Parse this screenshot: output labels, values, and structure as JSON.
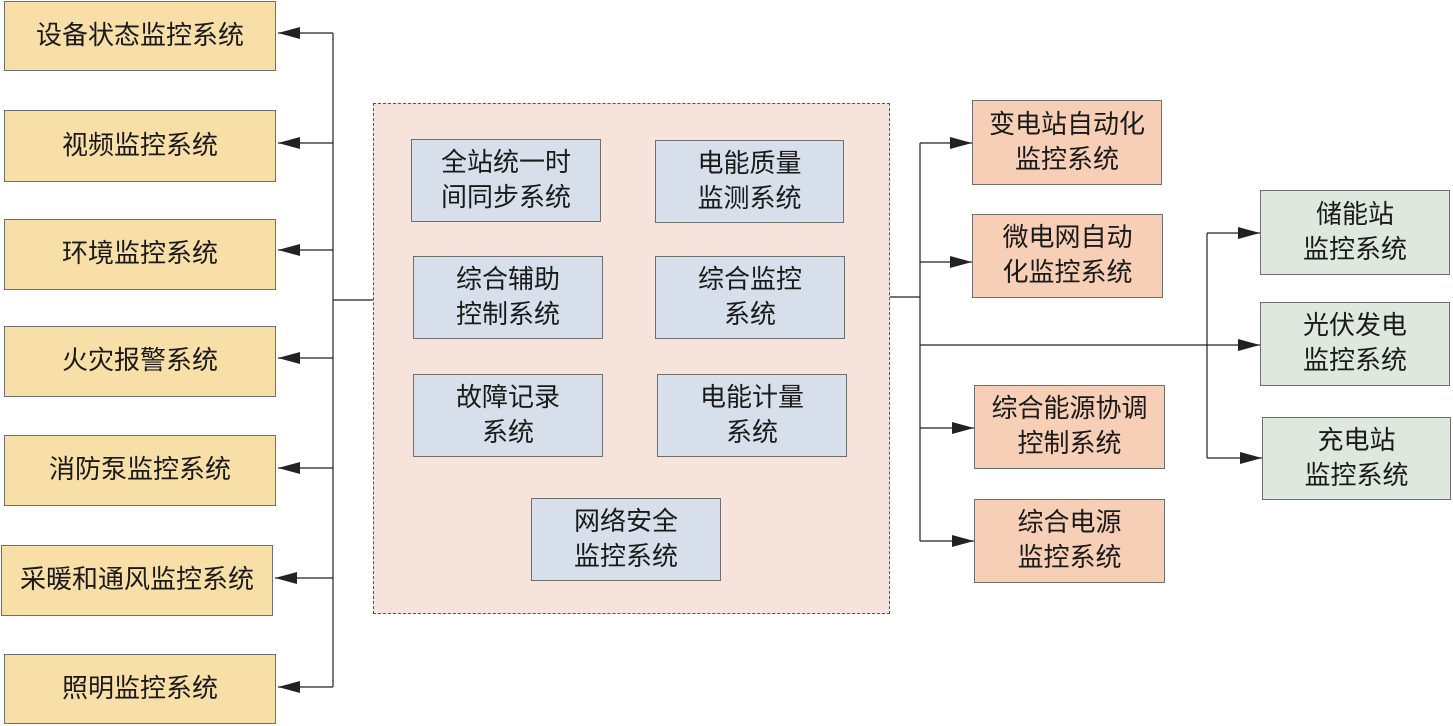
{
  "colors": {
    "left_fill": "#f8dfa8",
    "center_fill": "#d7dfea",
    "right_fill": "#f7cfb6",
    "far_right_fill": "#dfe8de",
    "platform_fill": "#f6e4dc",
    "line": "#222222"
  },
  "left_systems": [
    {
      "id": "equipment",
      "lines": [
        "设备状态监控系统"
      ]
    },
    {
      "id": "video",
      "lines": [
        "视频监控系统"
      ]
    },
    {
      "id": "environment",
      "lines": [
        "环境监控系统"
      ]
    },
    {
      "id": "fire-alarm",
      "lines": [
        "火灾报警系统"
      ]
    },
    {
      "id": "fire-pump",
      "lines": [
        "消防泵监控系统"
      ]
    },
    {
      "id": "hvac",
      "lines": [
        "采暖和通风监控系统"
      ]
    },
    {
      "id": "lighting",
      "lines": [
        "照明监控系统"
      ]
    }
  ],
  "center_systems": [
    {
      "id": "time-sync",
      "lines": [
        "全站统一时",
        "间同步系统"
      ]
    },
    {
      "id": "power-quality",
      "lines": [
        "电能质量",
        "监测系统"
      ]
    },
    {
      "id": "aux-control",
      "lines": [
        "综合辅助",
        "控制系统"
      ]
    },
    {
      "id": "integrated-monitoring",
      "lines": [
        "综合监控",
        "系统"
      ]
    },
    {
      "id": "fault-record",
      "lines": [
        "故障记录",
        "系统"
      ]
    },
    {
      "id": "energy-metering",
      "lines": [
        "电能计量",
        "系统"
      ]
    },
    {
      "id": "network-security",
      "lines": [
        "网络安全",
        "监控系统"
      ]
    }
  ],
  "right_systems": [
    {
      "id": "substation-automation",
      "lines": [
        "变电站自动化",
        "监控系统"
      ]
    },
    {
      "id": "microgrid-automation",
      "lines": [
        "微电网自动",
        "化监控系统"
      ]
    },
    {
      "id": "energy-coordination",
      "lines": [
        "综合能源协调",
        "控制系统"
      ]
    },
    {
      "id": "power-supply",
      "lines": [
        "综合电源",
        "监控系统"
      ]
    }
  ],
  "far_right_systems": [
    {
      "id": "storage-station",
      "lines": [
        "储能站",
        "监控系统"
      ]
    },
    {
      "id": "pv-generation",
      "lines": [
        "光伏发电",
        "监控系统"
      ]
    },
    {
      "id": "charging-station",
      "lines": [
        "充电站",
        "监控系统"
      ]
    }
  ]
}
